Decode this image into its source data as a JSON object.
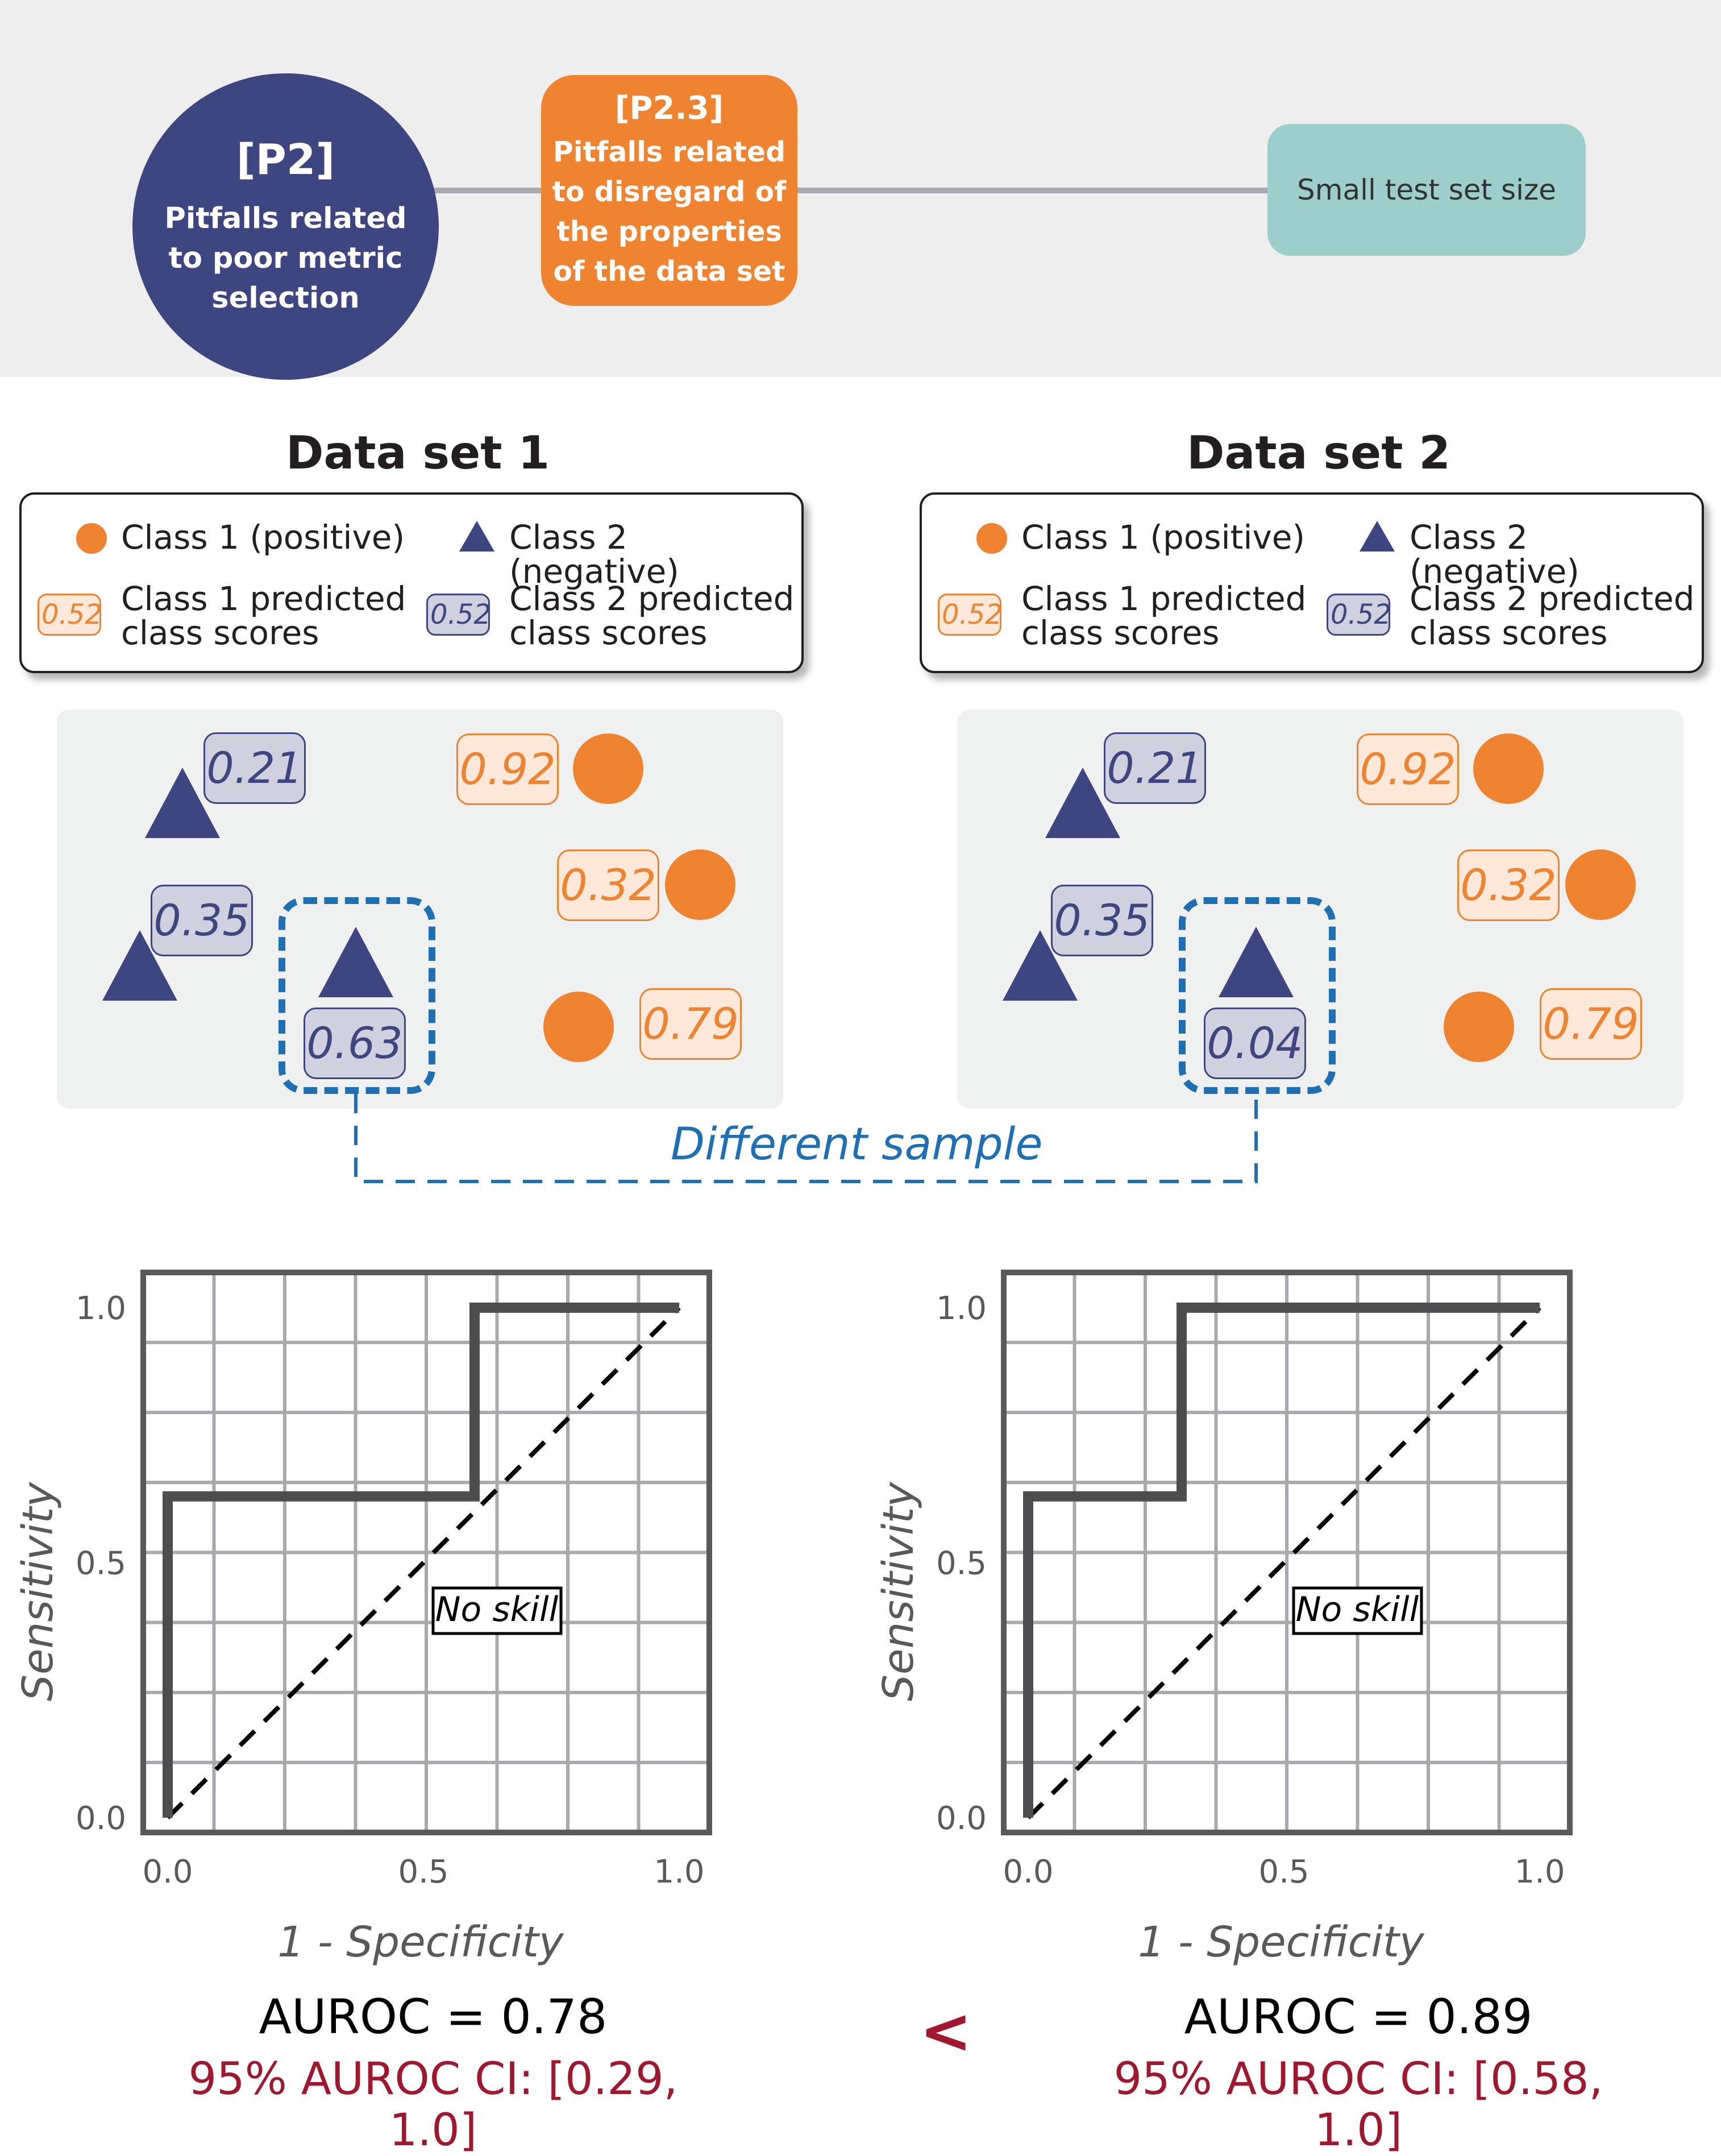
{
  "header": {
    "p2": {
      "tag": "[P2]",
      "text": "Pitfalls related to poor metric selection"
    },
    "p23": {
      "tag": "[P2.3]",
      "text": "Pitfalls related to disregard of the properties of the data set"
    },
    "leaf": {
      "text": "Small test set size"
    }
  },
  "legend": {
    "class1": "Class 1 (positive)",
    "class2": "Class 2  (negative)",
    "class1_scores": "Class 1 predicted\nclass scores",
    "class2_scores": "Class 2 predicted\nclass scores",
    "badge_value": "0.52"
  },
  "datasets": [
    {
      "title": "Data set 1",
      "neg_scores": [
        "0.21",
        "0.35",
        "0.63"
      ],
      "pos_scores": [
        "0.92",
        "0.32",
        "0.79"
      ],
      "auroc": "AUROC = 0.78",
      "ci": "95% AUROC CI: [0.29, 1.0]"
    },
    {
      "title": "Data set 2",
      "neg_scores": [
        "0.21",
        "0.35",
        "0.04"
      ],
      "pos_scores": [
        "0.92",
        "0.32",
        "0.79"
      ],
      "auroc": "AUROC = 0.89",
      "ci": "95% AUROC CI: [0.58, 1.0]"
    }
  ],
  "connector_label": "Different sample",
  "comparison": "<",
  "colors": {
    "positive": "#ef8330",
    "negative": "#3d4681",
    "highlight": "#1e6fb3",
    "ci": "#a0182e"
  },
  "chart_data": [
    {
      "type": "line",
      "xlabel": "1 - Specificity",
      "ylabel": "Sensitivity",
      "xlim": [
        0,
        1
      ],
      "ylim": [
        0,
        1
      ],
      "xticks": [
        "0.0",
        "0.5",
        "1.0"
      ],
      "yticks": [
        "0.0",
        "0.5",
        "1.0"
      ],
      "grid": true,
      "annotation": "No skill",
      "series": [
        {
          "x": [
            0,
            0,
            0.6,
            0.6,
            1.0
          ],
          "y": [
            0,
            0.63,
            0.63,
            1.0,
            1.0
          ]
        },
        {
          "x": [
            0,
            1
          ],
          "y": [
            0,
            1
          ]
        }
      ]
    },
    {
      "type": "line",
      "xlabel": "1 - Specificity",
      "ylabel": "Sensitivity",
      "xlim": [
        0,
        1
      ],
      "ylim": [
        0,
        1
      ],
      "xticks": [
        "0.0",
        "0.5",
        "1.0"
      ],
      "yticks": [
        "0.0",
        "0.5",
        "1.0"
      ],
      "grid": true,
      "annotation": "No skill",
      "series": [
        {
          "x": [
            0,
            0,
            0.3,
            0.3,
            1.0
          ],
          "y": [
            0,
            0.63,
            0.63,
            1.0,
            1.0
          ]
        },
        {
          "x": [
            0,
            1
          ],
          "y": [
            0,
            1
          ]
        }
      ]
    }
  ]
}
